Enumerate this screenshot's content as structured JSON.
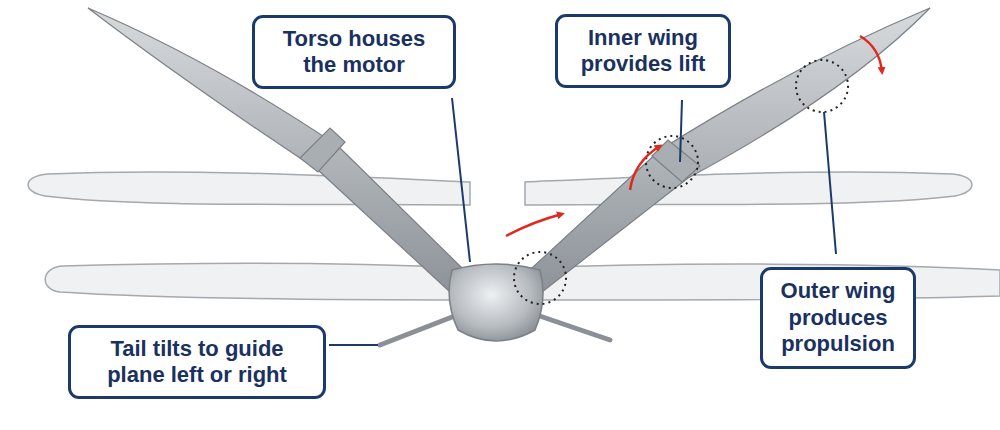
{
  "diagram": {
    "nodes": [
      {
        "text": [
          "Torso houses the motor"
        ]
      },
      {
        "text": [
          "Inner wing provides lift"
        ]
      },
      {
        "text": [
          "Outer wing produces propulsion"
        ]
      },
      {
        "text": [
          "Tail tilts to guide plane left or right"
        ]
      }
    ]
  }
}
